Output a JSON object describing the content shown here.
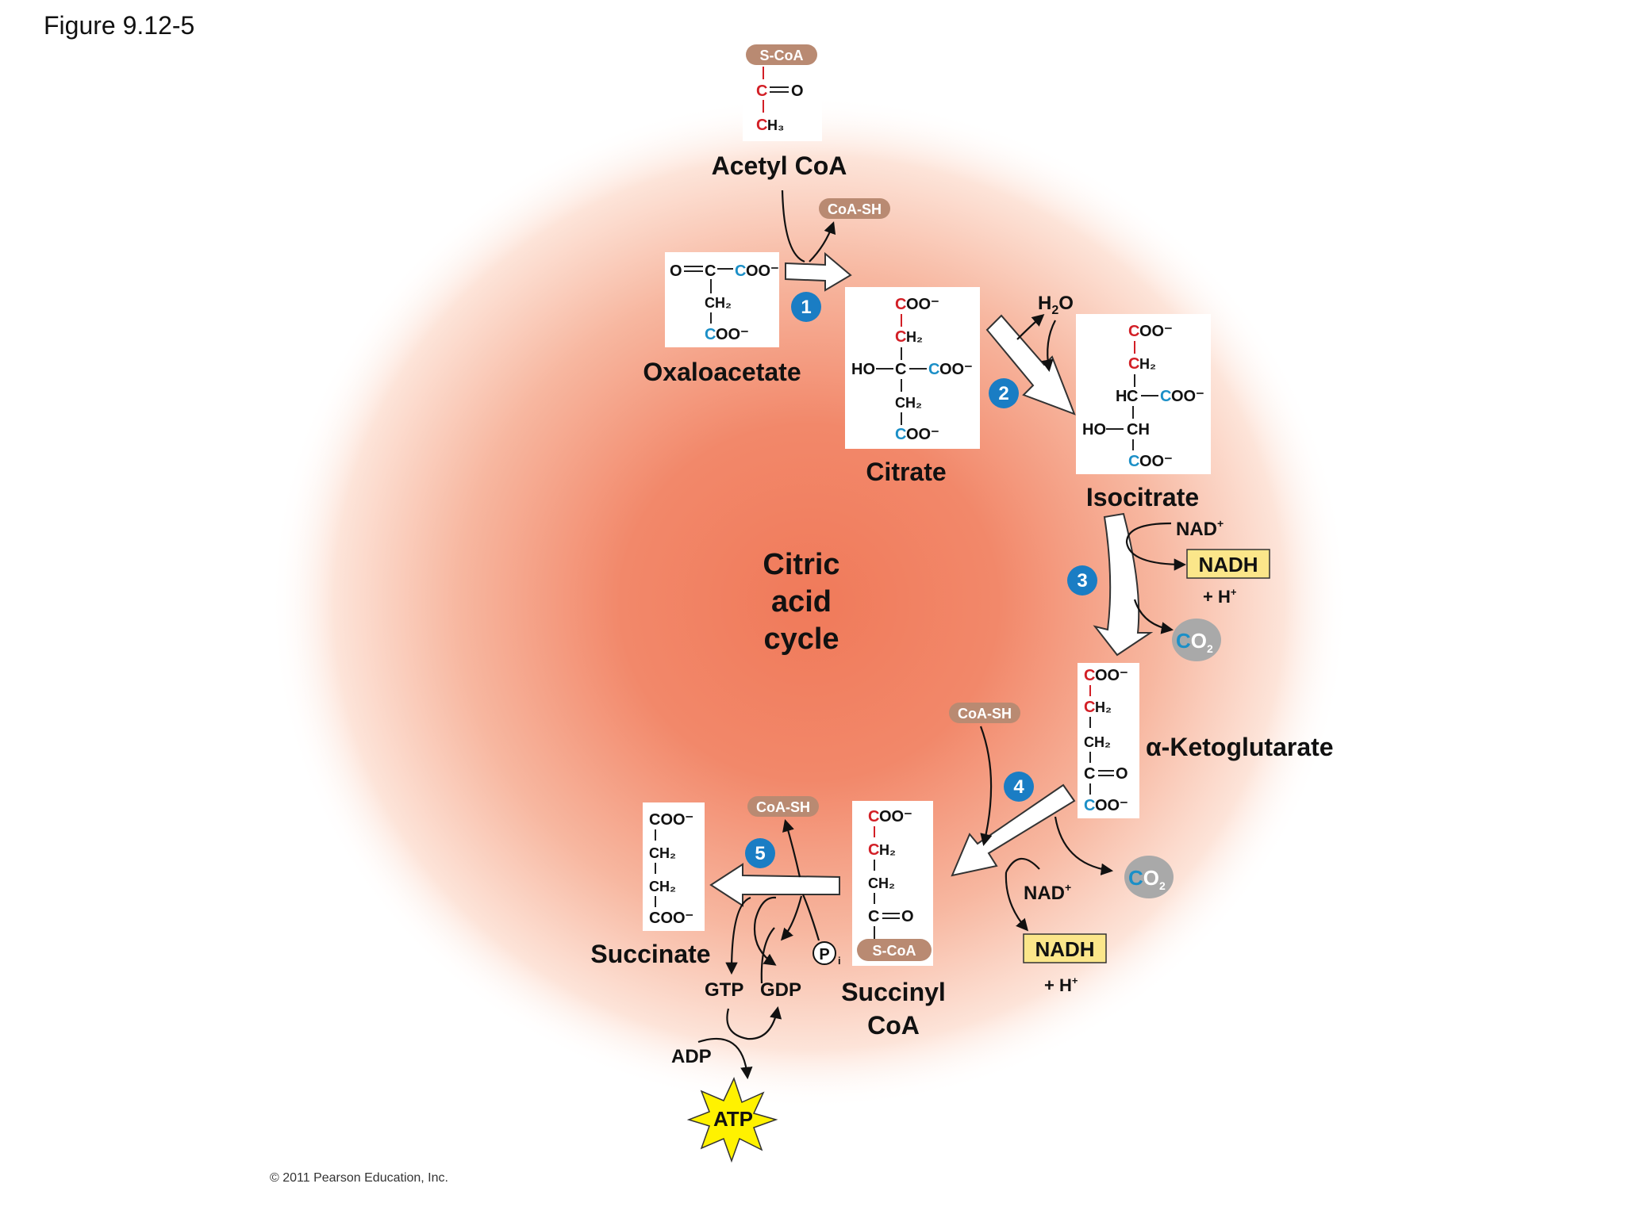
{
  "figure_label": "Figure 9.12-5",
  "cycle_title": [
    "Citric",
    "acid",
    "cycle"
  ],
  "copyright": "© 2011 Pearson Education, Inc.",
  "molecules": {
    "acetyl_coa": "Acetyl CoA",
    "oxaloacetate": "Oxaloacetate",
    "citrate": "Citrate",
    "isocitrate": "Isocitrate",
    "alpha_ketoglutarate": "α-Ketoglutarate",
    "succinyl_coa": [
      "Succinyl",
      "CoA"
    ],
    "succinate": "Succinate"
  },
  "steps": [
    "1",
    "2",
    "3",
    "4",
    "5"
  ],
  "cofactors": {
    "s_coa": "S-CoA",
    "coa_sh": "CoA-SH",
    "h2o": "H",
    "h2o_sub": "2",
    "h2o_end": "O",
    "nad": "NAD",
    "nadh": "NADH",
    "h_plus": "+ H",
    "plus_sup": "+",
    "co2_c": "C",
    "co2_o": "O",
    "co2_sub": "2",
    "gtp": "GTP",
    "gdp": "GDP",
    "adp": "ADP",
    "atp": "ATP",
    "pi_p": "P",
    "pi_sub": "i"
  },
  "colors": {
    "glow_center": "#f07a5a",
    "red_atom": "#d21f26",
    "blue_atom": "#1b8fc7",
    "step_badge": "#1a7dc4",
    "coa_pill": "#b98a72",
    "nadh_box": "#fbe68a",
    "co2_circle": "#a9a9a9",
    "atp_star": "#fff200"
  }
}
